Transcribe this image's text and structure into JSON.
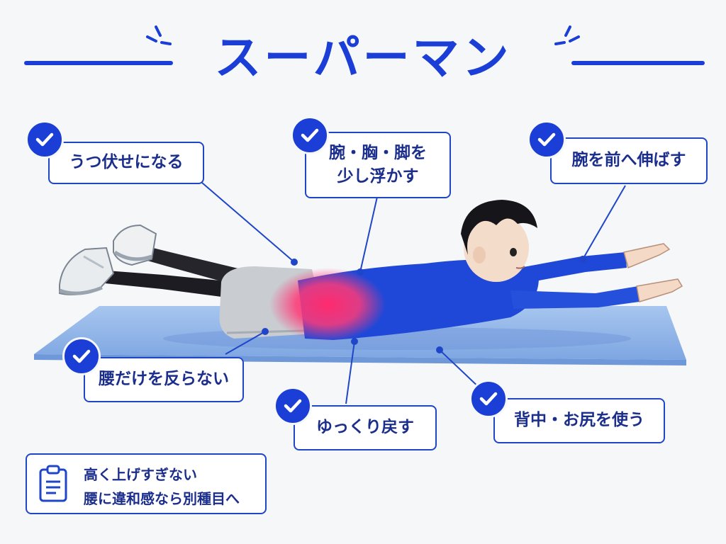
{
  "title": "スーパーマン",
  "callouts": [
    {
      "id": "prone",
      "text": "うつ伏せになる"
    },
    {
      "id": "lift",
      "text": "腕・胸・脚を\n少し浮かす"
    },
    {
      "id": "reach",
      "text": "腕を前へ伸ばす"
    },
    {
      "id": "back",
      "text": "腰だけを反らない"
    },
    {
      "id": "slow",
      "text": "ゆっくり戻す"
    },
    {
      "id": "glutes",
      "text": "背中・お尻を使う"
    }
  ],
  "note": {
    "icon": "clipboard-icon",
    "lines": [
      "高く上げすぎない",
      "腰に違和感なら別種目へ"
    ]
  },
  "colors": {
    "accent": "#1a3ed6",
    "text": "#1b2e8c",
    "mat": "#8fb6ea",
    "shirt": "#1f48d8",
    "highlight": "#ff2a6d"
  }
}
